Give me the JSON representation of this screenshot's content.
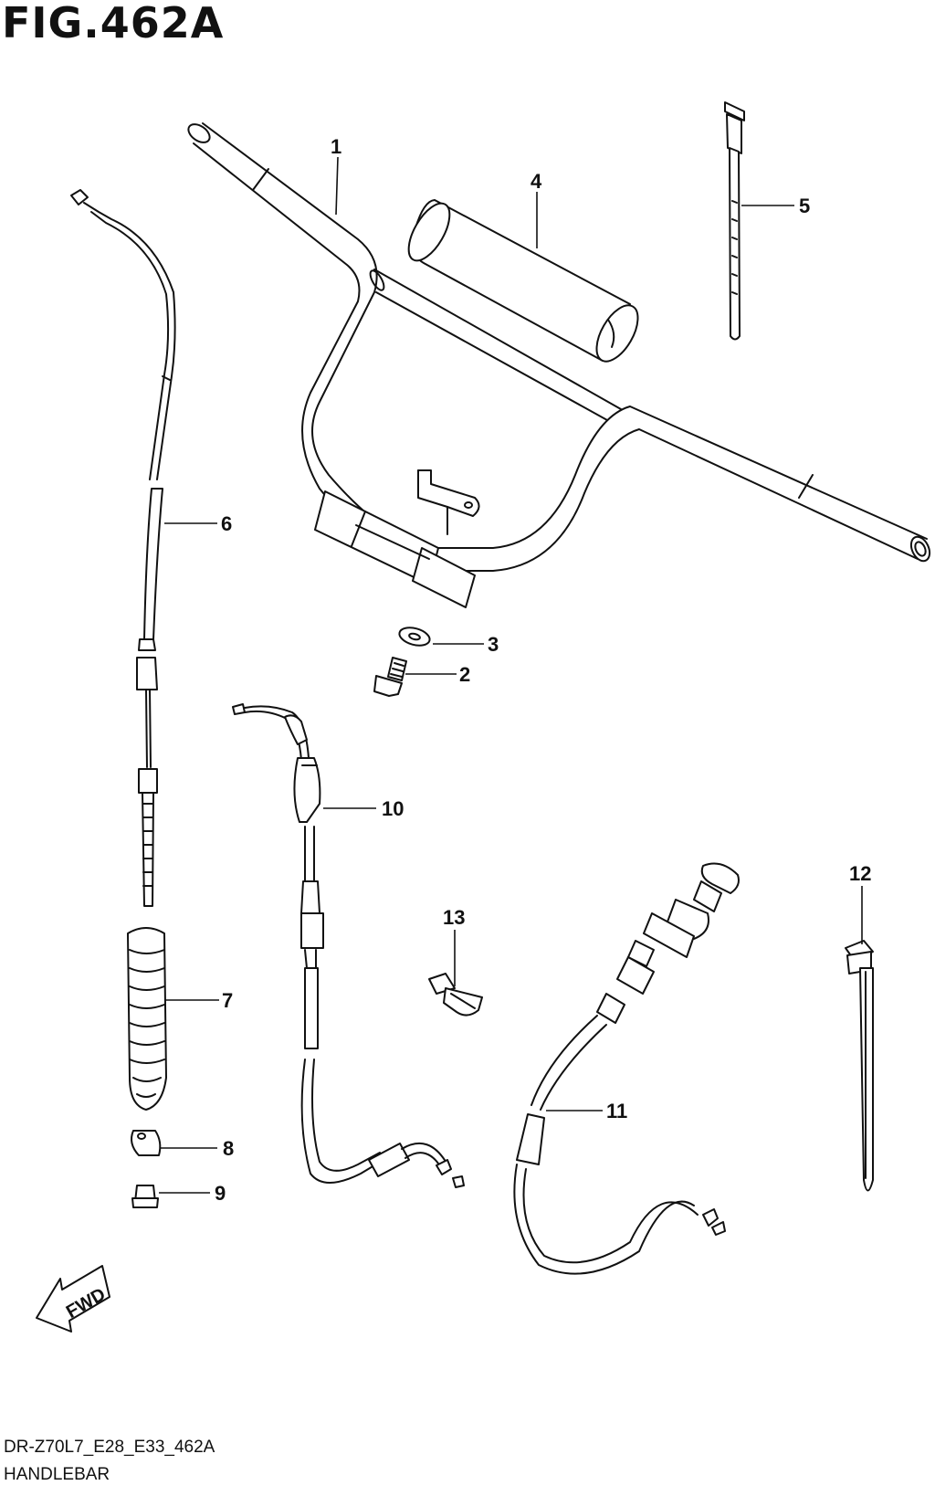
{
  "figure": {
    "title": "FIG.462A",
    "code": "DR-Z70L7_E28_E33_462A",
    "name": "HANDLEBAR",
    "fwd_label": "FWD"
  },
  "callouts": [
    {
      "id": "1"
    },
    {
      "id": "2"
    },
    {
      "id": "3"
    },
    {
      "id": "4"
    },
    {
      "id": "5"
    },
    {
      "id": "6"
    },
    {
      "id": "7"
    },
    {
      "id": "8"
    },
    {
      "id": "9"
    },
    {
      "id": "10"
    },
    {
      "id": "11"
    },
    {
      "id": "12"
    },
    {
      "id": "13"
    }
  ]
}
